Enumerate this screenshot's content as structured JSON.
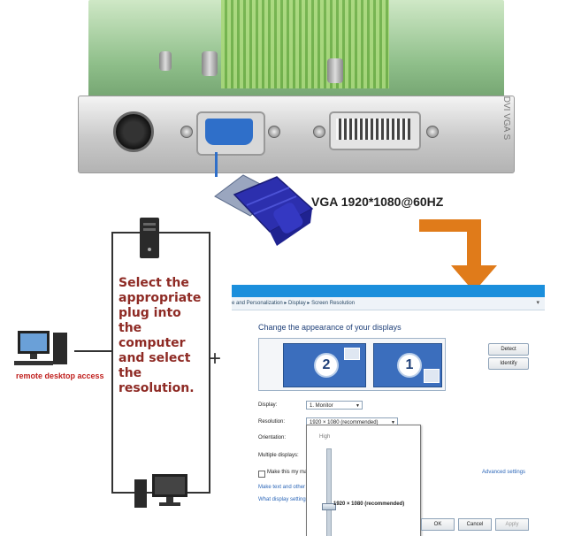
{
  "card": {
    "bracket_mark": "DVI  VGA  S"
  },
  "caption": {
    "vga_spec": "VGA 1920*1080@60HZ",
    "instruction": "Select the appropriate plug into the computer and select the resolution.",
    "remote_label": "remote desktop access",
    "plus_sign": "+"
  },
  "window": {
    "breadcrumb": "e and Personalization  ▸  Display  ▸  Screen Resolution",
    "heading": "Change the appearance of your displays",
    "monitor_numbers": [
      "2",
      "1"
    ],
    "detect_label": "Detect",
    "identify_label": "Identify",
    "display_label": "Display:",
    "display_value": "1. Monitor",
    "resolution_label": "Resolution:",
    "resolution_value": "1920 × 1080 (recommended)",
    "orientation_label": "Orientation:",
    "multiple_label": "Multiple displays:",
    "make_main_label": "Make this my ma",
    "advanced_link": "Advanced settings",
    "make_text_link": "Make text and other",
    "what_settings_link": "What display setting",
    "popup_high": "High",
    "popup_selected": "1920 × 1080 (recommended)",
    "ok_label": "OK",
    "cancel_label": "Cancel",
    "apply_label": "Apply"
  },
  "colors": {
    "instruction_red": "#8e2a24",
    "remote_red": "#c0201e",
    "arrow_orange": "#e07b1a",
    "titlebar_blue": "#1b8fdc",
    "vga_blue": "#2f6fc9"
  },
  "icons": [
    "vga-port-icon",
    "dvi-port-icon",
    "ps2-port-icon",
    "vga-plug-icon",
    "down-arrow-icon",
    "tower-pc-icon",
    "desktop-pc-icon",
    "monitor-icon"
  ]
}
